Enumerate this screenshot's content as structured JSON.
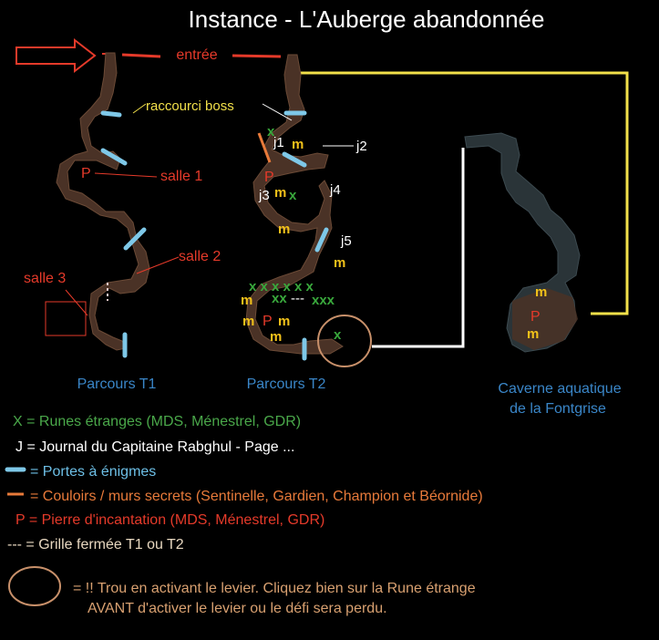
{
  "title": "Instance - L'Auberge abandonnée",
  "labels": {
    "entree": "entrée",
    "raccourci": "raccourci boss",
    "salle1": "salle 1",
    "salle2": "salle 2",
    "salle3": "salle 3",
    "parcours_t1": "Parcours T1",
    "parcours_t2": "Parcours T2",
    "caverne_line1": "Caverne aquatique",
    "caverne_line2": "de la Fontgrise"
  },
  "markers": {
    "m": "m",
    "x": "x",
    "p": "P",
    "j1": "j1",
    "j2": "j2",
    "j3": "j3",
    "j4": "j4",
    "j5": "j5",
    "x_row1": "x x x x x x",
    "x_row2": "xx",
    "x_row3": "xxx",
    "grille": "---"
  },
  "legend": {
    "x": "X = Runes étranges (MDS, Ménestrel, GDR)",
    "j": "J = Journal du Capitaine Rabghul - Page ...",
    "portes": "= Portes à énigmes",
    "couloirs": "= Couloirs / murs secrets (Sentinelle, Gardien, Champion et Béornide)",
    "pierre": "P = Pierre d'incantation (MDS, Ménestrel, GDR)",
    "grille": "--- = Grille fermée T1 ou T2",
    "trou_line1": "= !! Trou en activant le levier. Cliquez bien sur la Rune étrange",
    "trou_line2": "AVANT d'activer le levier ou le défi sera perdu."
  },
  "colors": {
    "background": "#000000",
    "cave": "#4a3226",
    "water_cave": "#2a3438",
    "door": "#7ec8e8",
    "secret": "#e87a3a",
    "red": "#e53a2a",
    "yellow": "#f2e04a",
    "circle": "#c8906a"
  }
}
